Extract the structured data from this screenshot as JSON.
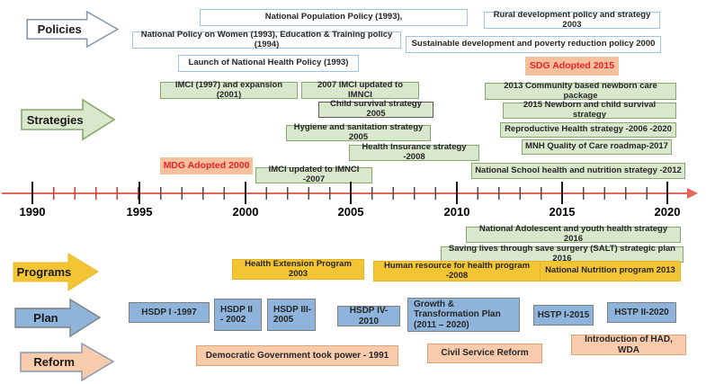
{
  "rows": {
    "policies": {
      "label": "Policies",
      "items": [
        {
          "label": "National Population Policy (1993),"
        },
        {
          "label": "Rural development policy and strategy 2003"
        },
        {
          "label": "National Policy on Women (1993), Education & Training policy (1994)"
        },
        {
          "label": "Sustainable development and poverty reduction policy 2000"
        },
        {
          "label": "Launch of National Health Policy (1993)"
        }
      ]
    },
    "strategies": {
      "label": "Strategies",
      "items": [
        {
          "label": "IMCI (1997) and expansion (2001)"
        },
        {
          "label": "2007 IMCI updated to IMNCI"
        },
        {
          "label": "2013 Community based newborn care package"
        },
        {
          "label": "Child survival strategy 2005"
        },
        {
          "label": "2015 Newborn and child survival strategy"
        },
        {
          "label": "Hygiene and sanitation strategy 2005"
        },
        {
          "label": "Reproductive Health strategy -2006 -2020"
        },
        {
          "label": "MNH Quality of Care roadmap-2017"
        },
        {
          "label": "Health Insurance strategy -2008"
        },
        {
          "label": "IMCI updated to IMNCI -2007"
        },
        {
          "label": "National School health and nutrition strategy -2012"
        },
        {
          "label": "National Adolescent and youth health strategy 2016"
        },
        {
          "label": "Saving lives through save surgery (SALT) strategic plan 2016"
        }
      ]
    },
    "milestones": {
      "mdg": "MDG Adopted 2000",
      "sdg": "SDG Adopted 2015"
    },
    "programs": {
      "label": "Programs",
      "items": [
        {
          "label": "Health Extension Program 2003"
        },
        {
          "label": "Human resource for health program -2008"
        },
        {
          "label": "National Nutrition program 2013"
        }
      ]
    },
    "plan": {
      "label": "Plan",
      "items": [
        {
          "label": "HSDP I -1997"
        },
        {
          "label": "HSDP II - 2002"
        },
        {
          "label": "HSDP III- 2005"
        },
        {
          "label": "HSDP IV-2010"
        },
        {
          "label": "Growth & Transformation Plan  (2011 – 2020)"
        },
        {
          "label": "HSTP I-2015"
        },
        {
          "label": "HSTP II-2020"
        }
      ]
    },
    "reform": {
      "label": "Reform",
      "items": [
        {
          "label": "Democratic Government took power - 1991"
        },
        {
          "label": "Civil Service Reform"
        },
        {
          "label": "Introduction of HAD, WDA"
        }
      ]
    }
  },
  "timeline": {
    "years": [
      "1990",
      "1995",
      "2000",
      "2005",
      "2010",
      "2015",
      "2020"
    ]
  },
  "colors": {
    "policy_border": "#9dc3e6",
    "strategy_fill": "#d9e7cd",
    "strategy_border": "#84a96a",
    "milestone_fill": "#f6c09c",
    "milestone_text": "#e8232a",
    "program_fill": "#f3c433",
    "plan_fill": "#8eb4dc",
    "reform_fill": "#f8cbad",
    "axis_red": "#e8655a"
  }
}
